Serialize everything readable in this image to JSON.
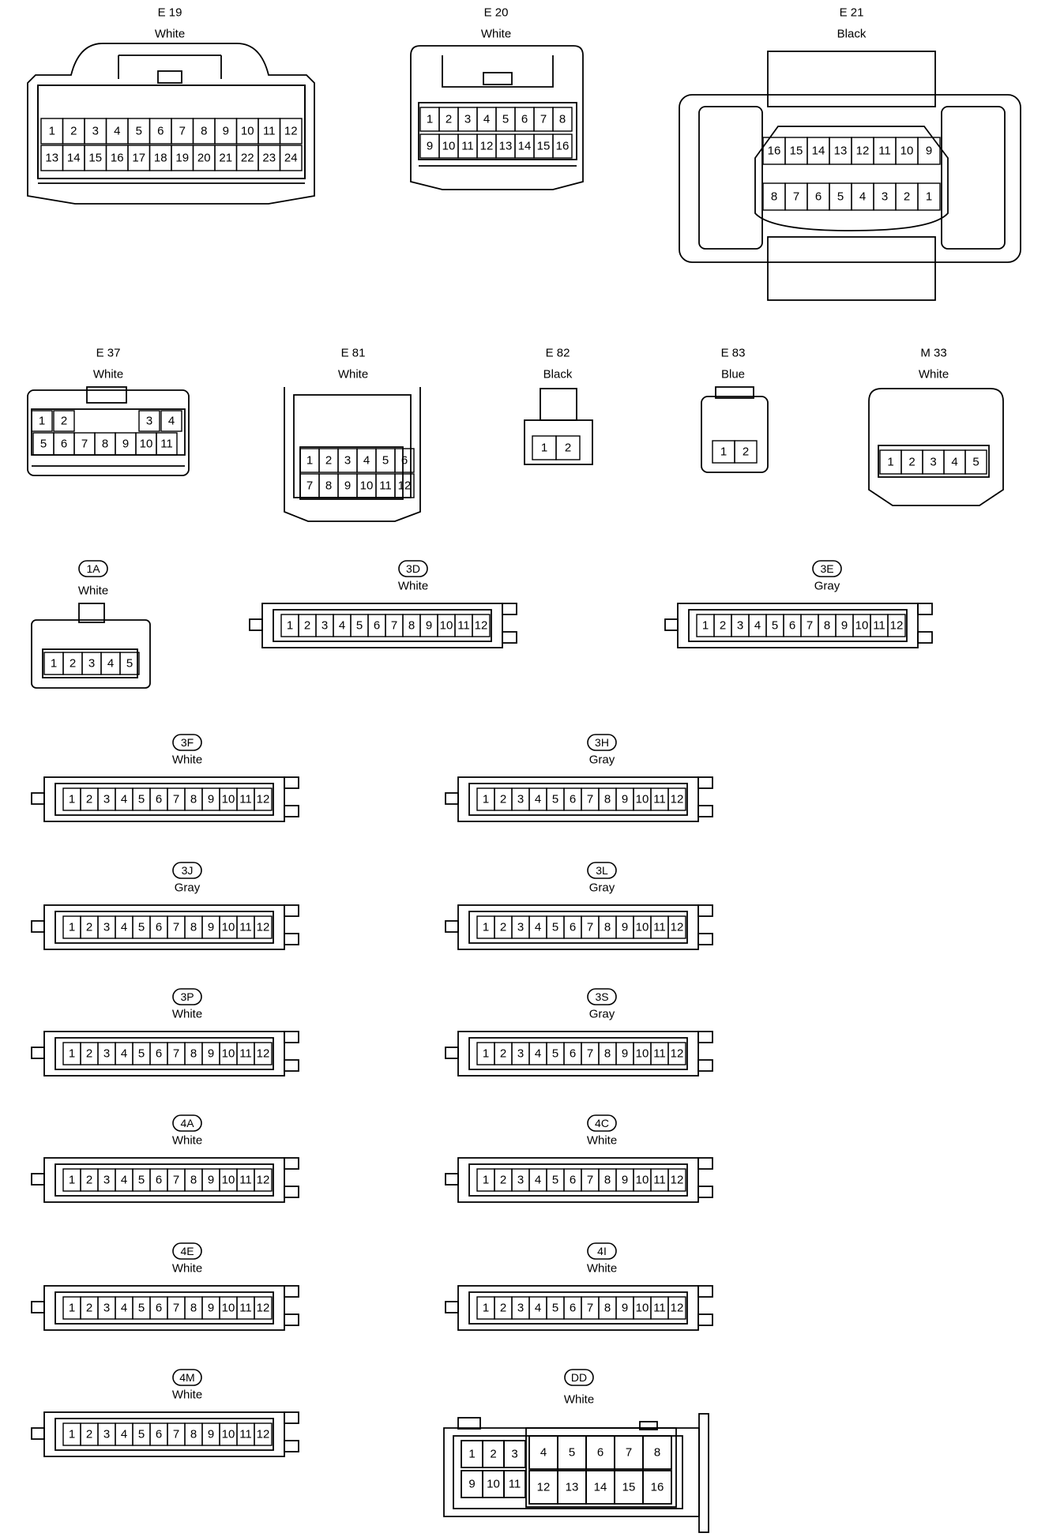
{
  "connectors": [
    {
      "id": "E19",
      "label": "E 19",
      "color": "White",
      "pins": [
        [
          "1",
          "2",
          "3",
          "4",
          "5",
          "6",
          "7",
          "8",
          "9",
          "10",
          "11",
          "12"
        ],
        [
          "13",
          "14",
          "15",
          "16",
          "17",
          "18",
          "19",
          "20",
          "21",
          "22",
          "23",
          "24"
        ]
      ]
    },
    {
      "id": "E20",
      "label": "E 20",
      "color": "White",
      "pins": [
        [
          "1",
          "2",
          "3",
          "4",
          "5",
          "6",
          "7",
          "8"
        ],
        [
          "9",
          "10",
          "11",
          "12",
          "13",
          "14",
          "15",
          "16"
        ]
      ]
    },
    {
      "id": "E21",
      "label": "E 21",
      "color": "Black",
      "pins": [
        [
          "16",
          "15",
          "14",
          "13",
          "12",
          "11",
          "10",
          "9"
        ],
        [
          "8",
          "7",
          "6",
          "5",
          "4",
          "3",
          "2",
          "1"
        ]
      ]
    },
    {
      "id": "E37",
      "label": "E 37",
      "color": "White",
      "pins": [
        [
          "1",
          "2",
          "",
          "",
          "",
          "",
          "3",
          "4"
        ],
        [
          "5",
          "6",
          "7",
          "8",
          "9",
          "10",
          "11"
        ]
      ]
    },
    {
      "id": "E81",
      "label": "E 81",
      "color": "White",
      "pins": [
        [
          "1",
          "2",
          "3",
          "4",
          "5",
          "6"
        ],
        [
          "7",
          "8",
          "9",
          "10",
          "11",
          "12"
        ]
      ]
    },
    {
      "id": "E82",
      "label": "E 82",
      "color": "Black",
      "pins": [
        [
          "1",
          "2"
        ]
      ]
    },
    {
      "id": "E83",
      "label": "E 83",
      "color": "Blue",
      "pins": [
        [
          "1",
          "2"
        ]
      ]
    },
    {
      "id": "M33",
      "label": "M 33",
      "color": "White",
      "pins": [
        [
          "1",
          "2",
          "3",
          "4",
          "5"
        ]
      ]
    },
    {
      "id": "1A",
      "label": "1A",
      "color": "White",
      "pins": [
        [
          "1",
          "2",
          "3",
          "4",
          "5"
        ]
      ]
    },
    {
      "id": "3D",
      "label": "3D",
      "color": "White",
      "pins": [
        [
          "1",
          "2",
          "3",
          "4",
          "5",
          "6",
          "7",
          "8",
          "9",
          "10",
          "11",
          "12"
        ]
      ]
    },
    {
      "id": "3E",
      "label": "3E",
      "color": "Gray",
      "pins": [
        [
          "1",
          "2",
          "3",
          "4",
          "5",
          "6",
          "7",
          "8",
          "9",
          "10",
          "11",
          "12"
        ]
      ]
    },
    {
      "id": "3F",
      "label": "3F",
      "color": "White",
      "pins": [
        [
          "1",
          "2",
          "3",
          "4",
          "5",
          "6",
          "7",
          "8",
          "9",
          "10",
          "11",
          "12"
        ]
      ]
    },
    {
      "id": "3H",
      "label": "3H",
      "color": "Gray",
      "pins": [
        [
          "1",
          "2",
          "3",
          "4",
          "5",
          "6",
          "7",
          "8",
          "9",
          "10",
          "11",
          "12"
        ]
      ]
    },
    {
      "id": "3J",
      "label": "3J",
      "color": "Gray",
      "pins": [
        [
          "1",
          "2",
          "3",
          "4",
          "5",
          "6",
          "7",
          "8",
          "9",
          "10",
          "11",
          "12"
        ]
      ]
    },
    {
      "id": "3L",
      "label": "3L",
      "color": "Gray",
      "pins": [
        [
          "1",
          "2",
          "3",
          "4",
          "5",
          "6",
          "7",
          "8",
          "9",
          "10",
          "11",
          "12"
        ]
      ]
    },
    {
      "id": "3P",
      "label": "3P",
      "color": "White",
      "pins": [
        [
          "1",
          "2",
          "3",
          "4",
          "5",
          "6",
          "7",
          "8",
          "9",
          "10",
          "11",
          "12"
        ]
      ]
    },
    {
      "id": "3S",
      "label": "3S",
      "color": "Gray",
      "pins": [
        [
          "1",
          "2",
          "3",
          "4",
          "5",
          "6",
          "7",
          "8",
          "9",
          "10",
          "11",
          "12"
        ]
      ]
    },
    {
      "id": "4A",
      "label": "4A",
      "color": "White",
      "pins": [
        [
          "1",
          "2",
          "3",
          "4",
          "5",
          "6",
          "7",
          "8",
          "9",
          "10",
          "11",
          "12"
        ]
      ]
    },
    {
      "id": "4C",
      "label": "4C",
      "color": "White",
      "pins": [
        [
          "1",
          "2",
          "3",
          "4",
          "5",
          "6",
          "7",
          "8",
          "9",
          "10",
          "11",
          "12"
        ]
      ]
    },
    {
      "id": "4E",
      "label": "4E",
      "color": "White",
      "pins": [
        [
          "1",
          "2",
          "3",
          "4",
          "5",
          "6",
          "7",
          "8",
          "9",
          "10",
          "11",
          "12"
        ]
      ]
    },
    {
      "id": "4I",
      "label": "4I",
      "color": "White",
      "pins": [
        [
          "1",
          "2",
          "3",
          "4",
          "5",
          "6",
          "7",
          "8",
          "9",
          "10",
          "11",
          "12"
        ]
      ]
    },
    {
      "id": "4M",
      "label": "4M",
      "color": "White",
      "pins": [
        [
          "1",
          "2",
          "3",
          "4",
          "5",
          "6",
          "7",
          "8",
          "9",
          "10",
          "11",
          "12"
        ]
      ]
    },
    {
      "id": "DD",
      "label": "DD",
      "color": "White",
      "pins": [
        [
          "1",
          "2",
          "3",
          "4",
          "5",
          "6",
          "7",
          "8"
        ],
        [
          "9",
          "10",
          "11",
          "12",
          "13",
          "14",
          "15",
          "16"
        ]
      ]
    }
  ]
}
